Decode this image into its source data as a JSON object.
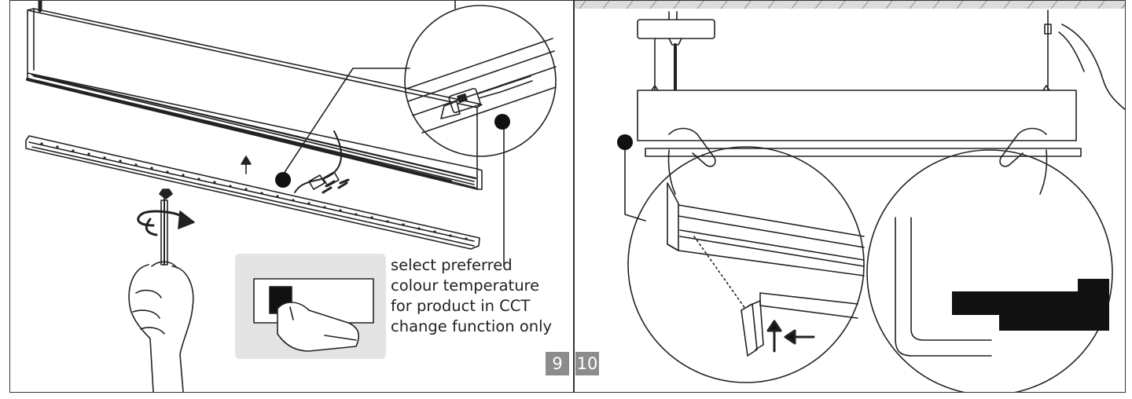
{
  "pages": {
    "left": "9",
    "right": "10"
  },
  "instruction": {
    "lines": [
      "select preferred",
      "colour temperature",
      "for product in CCT",
      "change function only"
    ]
  }
}
